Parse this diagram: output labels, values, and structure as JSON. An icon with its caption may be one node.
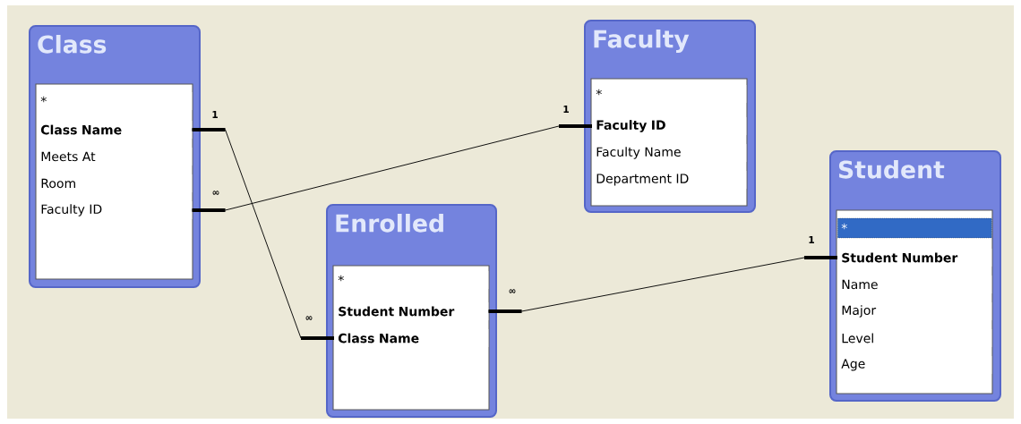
{
  "diagram": {
    "nodes": [
      {
        "text": [
          "Class"
        ]
      },
      {
        "text": [
          "*"
        ],
        "in": 0
      },
      {
        "text": [
          "Class Name"
        ],
        "in": 0
      },
      {
        "text": [
          "Meets At"
        ],
        "in": 0
      },
      {
        "text": [
          "Room"
        ],
        "in": 0
      },
      {
        "text": [
          "Faculty ID"
        ],
        "in": 0
      },
      {
        "text": [
          "Faculty"
        ]
      },
      {
        "text": [
          "*"
        ],
        "in": 6
      },
      {
        "text": [
          "Faculty ID"
        ],
        "in": 6
      },
      {
        "text": [
          "Faculty Name"
        ],
        "in": 6
      },
      {
        "text": [
          "Department ID"
        ],
        "in": 6
      },
      {
        "text": [
          "Enrolled"
        ]
      },
      {
        "text": [
          "*"
        ],
        "in": 11
      },
      {
        "text": [
          "Student Number"
        ],
        "in": 11
      },
      {
        "text": [
          "Class Name"
        ],
        "in": 11
      },
      {
        "text": [
          "Student"
        ]
      },
      {
        "text": [
          "*"
        ],
        "in": 15
      },
      {
        "text": [
          "Student Number"
        ],
        "in": 15
      },
      {
        "text": [
          "Name"
        ],
        "in": 15
      },
      {
        "text": [
          "Major"
        ],
        "in": 15
      },
      {
        "text": [
          "Level"
        ],
        "in": 15
      },
      {
        "text": [
          "Age"
        ],
        "in": 15
      }
    ],
    "edges": [
      {
        "from": 2,
        "to": 14,
        "arrow": "none"
      },
      {
        "from": 8,
        "to": 5,
        "arrow": "none"
      },
      {
        "from": 17,
        "to": 13,
        "arrow": "none"
      }
    ],
    "labels": [
      "1",
      "1",
      "∞",
      "1",
      "∞",
      "∞"
    ]
  }
}
